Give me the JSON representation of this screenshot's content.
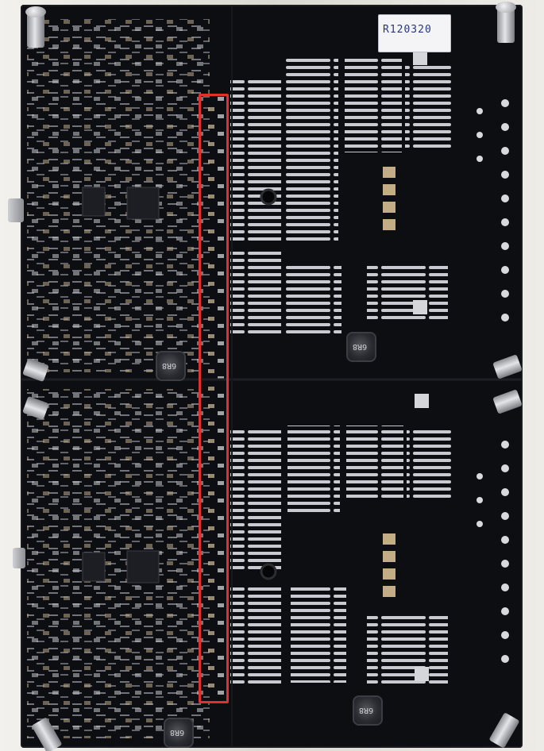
{
  "photo": {
    "subject": "pcb-board-photo",
    "label_text": "R120320",
    "inductor_marking": "6R8",
    "highlight_color": "#e0312e",
    "board_color": "#0d0e12",
    "silk_color": "#d8d8dc",
    "heatsink_color": "#c9cacf"
  }
}
